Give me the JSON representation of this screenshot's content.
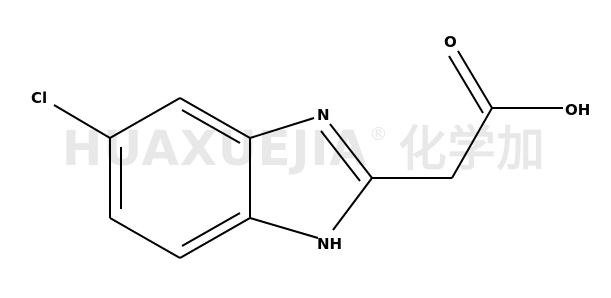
{
  "watermark": {
    "latin": "HUAXUEJIA",
    "registered": "®",
    "chinese": "化学加"
  },
  "atoms": {
    "chlorine": "Cl",
    "imine_nitrogen": "N",
    "amine_nitrogen": "NH",
    "carbonyl_oxygen": "O",
    "hydroxyl": "OH"
  }
}
